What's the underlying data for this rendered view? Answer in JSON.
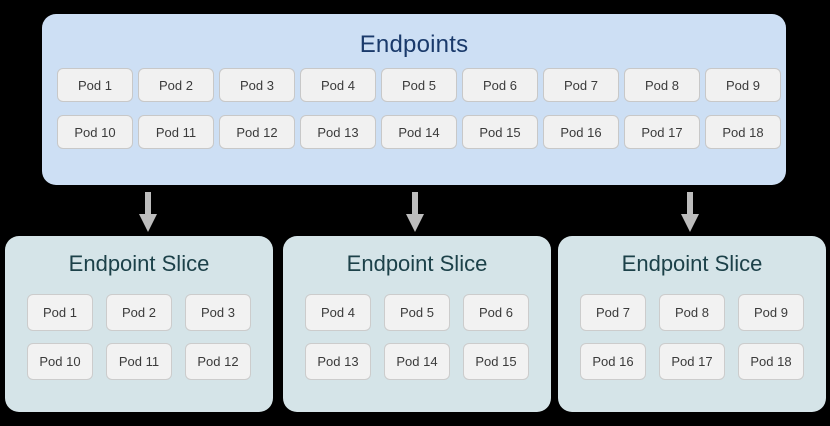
{
  "diagram": {
    "background_color": "#000000",
    "endpoints": {
      "title": "Endpoints",
      "panel_color": "#cddff4",
      "title_color": "#1a3a6b",
      "rows": [
        [
          "Pod 1",
          "Pod 2",
          "Pod 3",
          "Pod 4",
          "Pod 5",
          "Pod 6",
          "Pod 7",
          "Pod 8",
          "Pod 9"
        ],
        [
          "Pod 10",
          "Pod 11",
          "Pod 12",
          "Pod 13",
          "Pod 14",
          "Pod 15",
          "Pod 16",
          "Pod 17",
          "Pod 18"
        ]
      ]
    },
    "arrows": [
      {
        "name": "arrow-to-slice-1",
        "color": "#bdbdbd",
        "direction": "down"
      },
      {
        "name": "arrow-to-slice-2",
        "color": "#bdbdbd",
        "direction": "down"
      },
      {
        "name": "arrow-to-slice-3",
        "color": "#bdbdbd",
        "direction": "down"
      }
    ],
    "slices": [
      {
        "title": "Endpoint Slice",
        "panel_color": "#d5e4e8",
        "title_color": "#1c4149",
        "rows": [
          [
            "Pod 1",
            "Pod 2",
            "Pod 3"
          ],
          [
            "Pod 10",
            "Pod 11",
            "Pod 12"
          ]
        ]
      },
      {
        "title": "Endpoint Slice",
        "panel_color": "#d5e4e8",
        "title_color": "#1c4149",
        "rows": [
          [
            "Pod 4",
            "Pod 5",
            "Pod 6"
          ],
          [
            "Pod 13",
            "Pod 14",
            "Pod 15"
          ]
        ]
      },
      {
        "title": "Endpoint Slice",
        "panel_color": "#d5e4e8",
        "title_color": "#1c4149",
        "rows": [
          [
            "Pod 7",
            "Pod 8",
            "Pod 9"
          ],
          [
            "Pod 16",
            "Pod 17",
            "Pod 18"
          ]
        ]
      }
    ]
  }
}
